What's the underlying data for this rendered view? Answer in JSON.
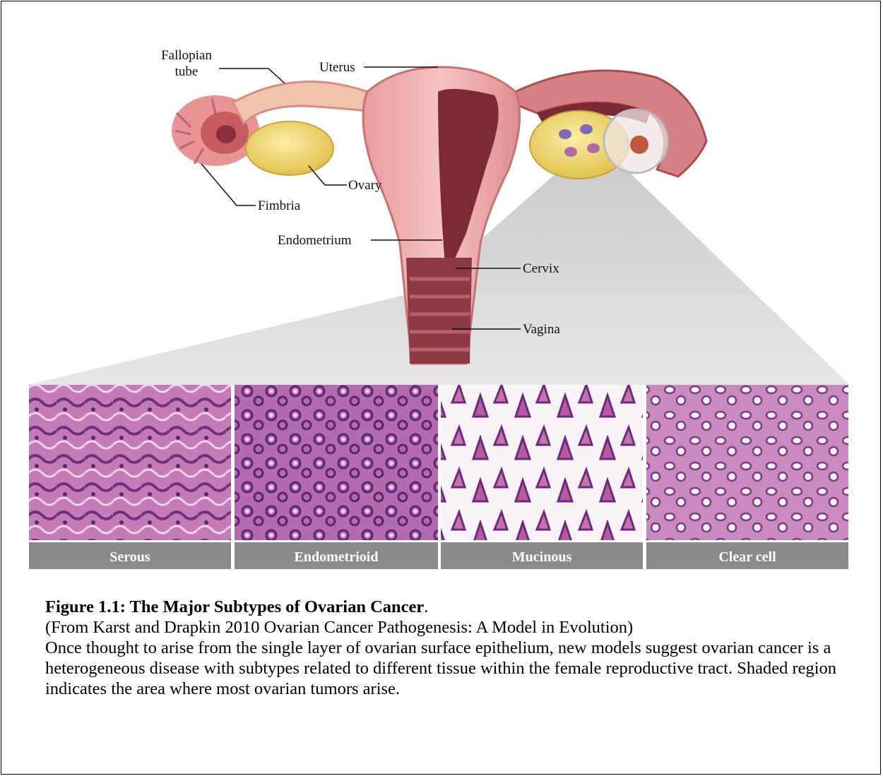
{
  "figure": {
    "labels": {
      "fallopian_tube_line1": "Fallopian",
      "fallopian_tube_line2": "tube",
      "uterus": "Uterus",
      "ovary": "Ovary",
      "fimbria": "Fimbria",
      "endometrium": "Endometrium",
      "cervix": "Cervix",
      "vagina": "Vagina"
    },
    "subtypes": [
      "Serous",
      "Endometrioid",
      "Mucinous",
      "Clear cell"
    ],
    "colors": {
      "tissue_pink": "#e9a3a2",
      "ovary_yellow": "#f2dc7a",
      "histology_purple": "#9b4f9e",
      "label_bar_gray": "#8a8a8a",
      "shaded_region": "#d6d6d6"
    }
  },
  "caption": {
    "title": "Figure 1.1: The Major Subtypes of Ovarian Cancer",
    "title_suffix": ".",
    "source": "(From Karst and Drapkin 2010 Ovarian Cancer Pathogenesis: A Model in Evolution)",
    "body": "Once thought to arise from the single layer of ovarian surface epithelium, new models suggest ovarian cancer is a heterogeneous disease with subtypes related to different tissue within the female reproductive tract. Shaded region indicates the area where most ovarian tumors arise."
  }
}
